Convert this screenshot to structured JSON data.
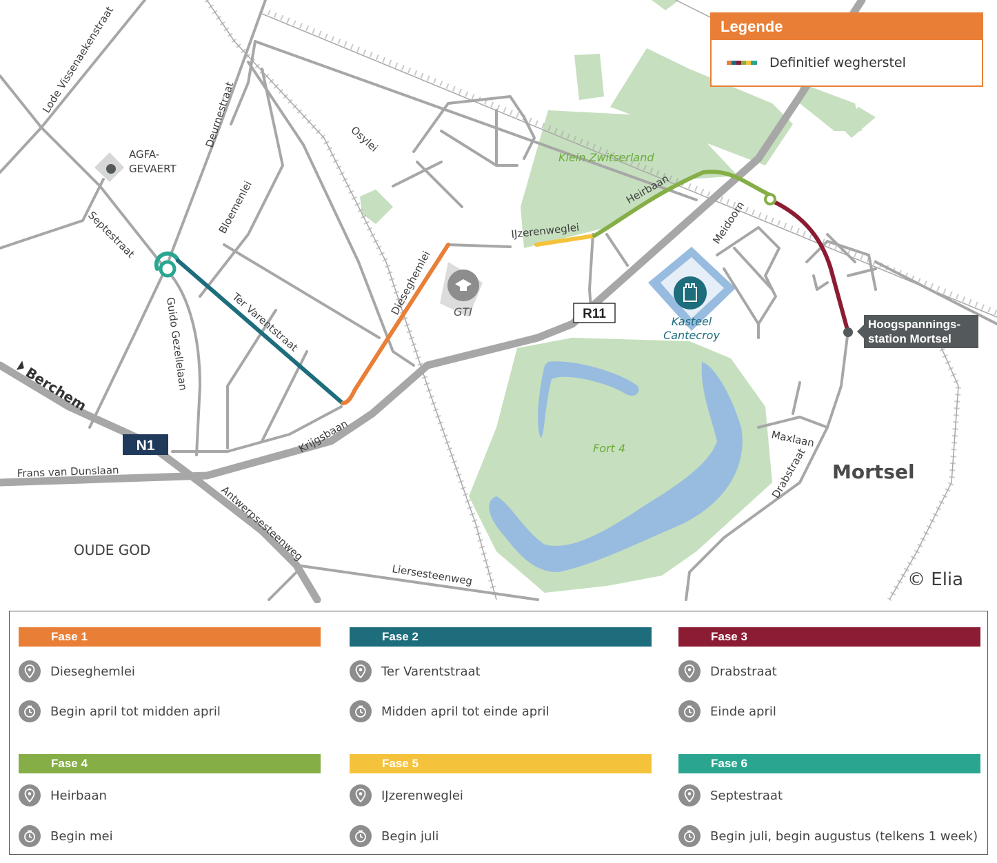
{
  "legend": {
    "title": "Legende",
    "item": "Definitief wegherstel"
  },
  "map_labels": {
    "streets": [
      "Lode Vissenaekenstraat",
      "Deurnestraat",
      "Osylei",
      "Bloemenlei",
      "Septestraat",
      "Guido Gezellelaan",
      "Ter Varentstraat",
      "Dieseghemlei",
      "IJzerenweglei",
      "Heirbaan",
      "Meidoorn",
      "Krijgsbaan",
      "Frans van Dunslaan",
      "Antwerpsesteenweg",
      "Liersesteenweg",
      "Maxlaan",
      "Drabstraat",
      "Berchem"
    ],
    "places": [
      "AGFA-",
      "GEVAERT",
      "GTI",
      "Klein Zwitserland",
      "Kasteel",
      "Cantecroy",
      "Fort 4",
      "OUDE GOD",
      "Mortsel"
    ],
    "road_badges": [
      "R11",
      "N1"
    ],
    "station_line1": "Hoogspannings-",
    "station_line2": "station Mortsel",
    "copyright": "© Elia"
  },
  "colors": {
    "fase1": "#e97f37",
    "fase2": "#1d6d7c",
    "fase3": "#8c1c33",
    "fase4": "#86ae47",
    "fase5": "#f5c33b",
    "fase6": "#2aa690",
    "road": "#a7a7a7",
    "park": "#c6dfbe",
    "water": "#98bce0"
  },
  "phases": [
    {
      "name": "Fase 1",
      "street": "Dieseghemlei",
      "period": "Begin april tot midden april",
      "location_icon": "location-pin-icon",
      "time_icon": "clock-icon"
    },
    {
      "name": "Fase 2",
      "street": "Ter Varentstraat",
      "period": "Midden april tot einde april",
      "location_icon": "location-pin-icon",
      "time_icon": "clock-icon"
    },
    {
      "name": "Fase 3",
      "street": "Drabstraat",
      "period": "Einde april",
      "location_icon": "location-pin-icon",
      "time_icon": "clock-icon"
    },
    {
      "name": "Fase 4",
      "street": "Heirbaan",
      "period": "Begin mei",
      "location_icon": "location-pin-icon",
      "time_icon": "clock-icon"
    },
    {
      "name": "Fase 5",
      "street": "IJzerenweglei",
      "period": "Begin juli",
      "location_icon": "location-pin-icon",
      "time_icon": "clock-icon"
    },
    {
      "name": "Fase 6",
      "street": "Septestraat",
      "period": "Begin juli, begin augustus (telkens 1 week)",
      "location_icon": "location-pin-icon",
      "time_icon": "clock-icon"
    }
  ]
}
